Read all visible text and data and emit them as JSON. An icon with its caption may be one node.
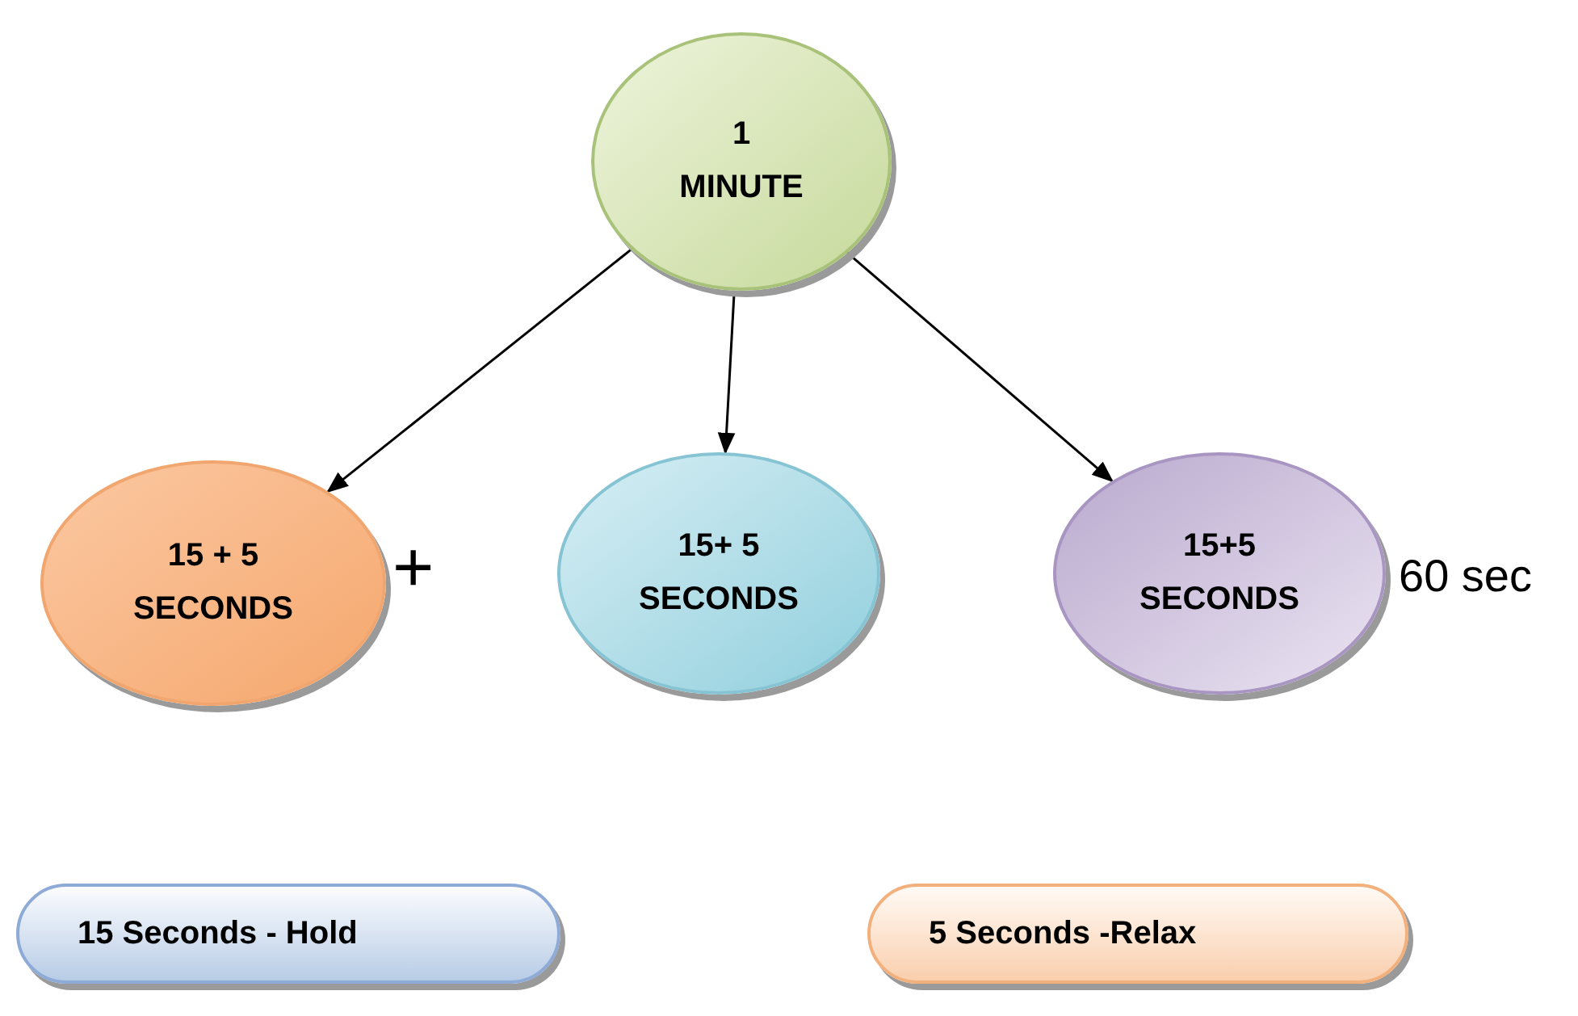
{
  "diagram": {
    "nodes": [
      {
        "text": [
          "1",
          "MINUTE"
        ]
      },
      {
        "text": [
          "15 + 5",
          "SECONDS"
        ]
      },
      {
        "text": [
          "15+ 5",
          "SECONDS"
        ]
      },
      {
        "text": [
          "15+5",
          "SECONDS"
        ]
      },
      {
        "text": [
          "15 Seconds - Hold"
        ]
      },
      {
        "text": [
          "5 Seconds -Relax"
        ]
      }
    ],
    "edges": [
      {
        "from": 0,
        "to": 1,
        "arrow": "to"
      },
      {
        "from": 0,
        "to": 2,
        "arrow": "to"
      },
      {
        "from": 0,
        "to": 3,
        "arrow": "to"
      }
    ],
    "labels": [
      "+",
      "60 sec"
    ]
  }
}
